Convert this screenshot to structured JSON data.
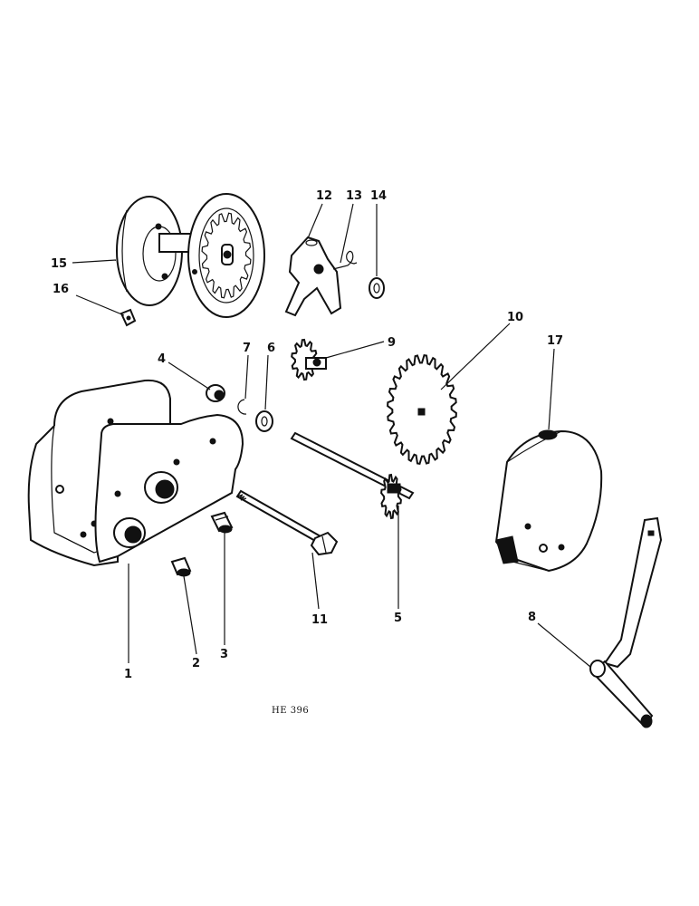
{
  "drawing_code": "HE 396",
  "parts": [
    {
      "key": "housing",
      "label": "1"
    },
    {
      "key": "bushing-small",
      "label": "2"
    },
    {
      "key": "bushing",
      "label": "3"
    },
    {
      "key": "bushing-flanged",
      "label": "4"
    },
    {
      "key": "pinion-shaft",
      "label": "5"
    },
    {
      "key": "washer",
      "label": "6"
    },
    {
      "key": "retaining-ring",
      "label": "7"
    },
    {
      "key": "crank-handle",
      "label": "8"
    },
    {
      "key": "pinion-gear",
      "label": "9"
    },
    {
      "key": "sprocket",
      "label": "10"
    },
    {
      "key": "bolt",
      "label": "11"
    },
    {
      "key": "pawl",
      "label": "12"
    },
    {
      "key": "pawl-spring",
      "label": "13"
    },
    {
      "key": "washer-pawl",
      "label": "14"
    },
    {
      "key": "drum-assembly",
      "label": "15"
    },
    {
      "key": "cable-clamp",
      "label": "16"
    },
    {
      "key": "gear-cover",
      "label": "17"
    }
  ]
}
